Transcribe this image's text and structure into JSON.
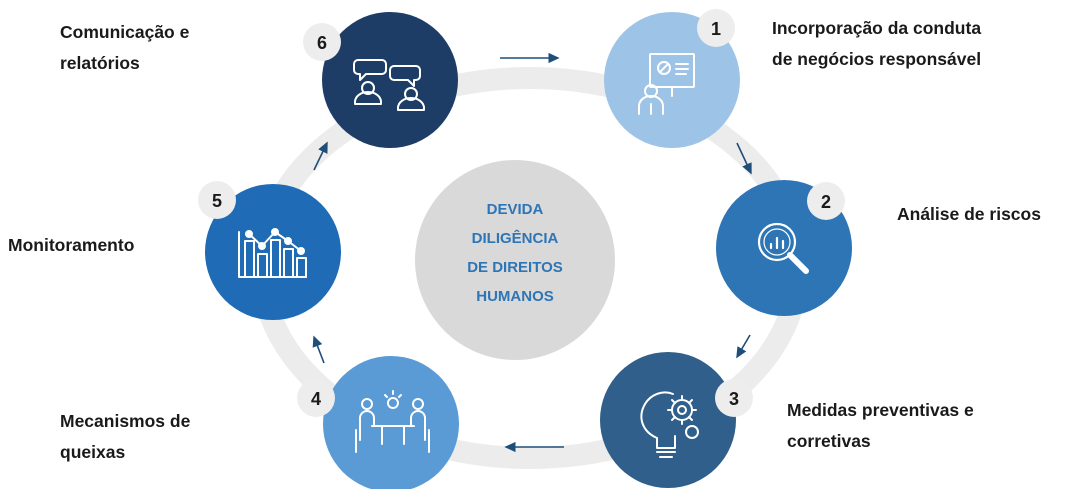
{
  "center": {
    "lines": [
      "DEVIDA",
      "DILIGÊNCIA",
      "DE DIREITOS",
      "HUMANOS"
    ],
    "color": "#2e75b6",
    "background": "#d9d9d9"
  },
  "ring_color": "#ececec",
  "arrow_color": "#1f4e79",
  "steps": [
    {
      "number": "1",
      "label_lines": [
        "Incorporação da conduta",
        "de negócios responsável"
      ],
      "icon": "presentation-icon",
      "color": "#9dc3e6"
    },
    {
      "number": "2",
      "label_lines": [
        "Análise de riscos"
      ],
      "icon": "magnifier-chart-icon",
      "color": "#2e75b6"
    },
    {
      "number": "3",
      "label_lines": [
        "Medidas preventivas e",
        "corretivas"
      ],
      "icon": "lightbulb-gears-icon",
      "color": "#2f5f8a"
    },
    {
      "number": "4",
      "label_lines": [
        "Mecanismos de",
        "queixas"
      ],
      "icon": "meeting-table-icon",
      "color": "#5b9bd5"
    },
    {
      "number": "5",
      "label_lines": [
        "Monitoramento"
      ],
      "icon": "bar-line-chart-icon",
      "color": "#1f6bb5"
    },
    {
      "number": "6",
      "label_lines": [
        "Comunicação e",
        "relatórios"
      ],
      "icon": "conversation-icon",
      "color": "#1e3d66"
    }
  ]
}
